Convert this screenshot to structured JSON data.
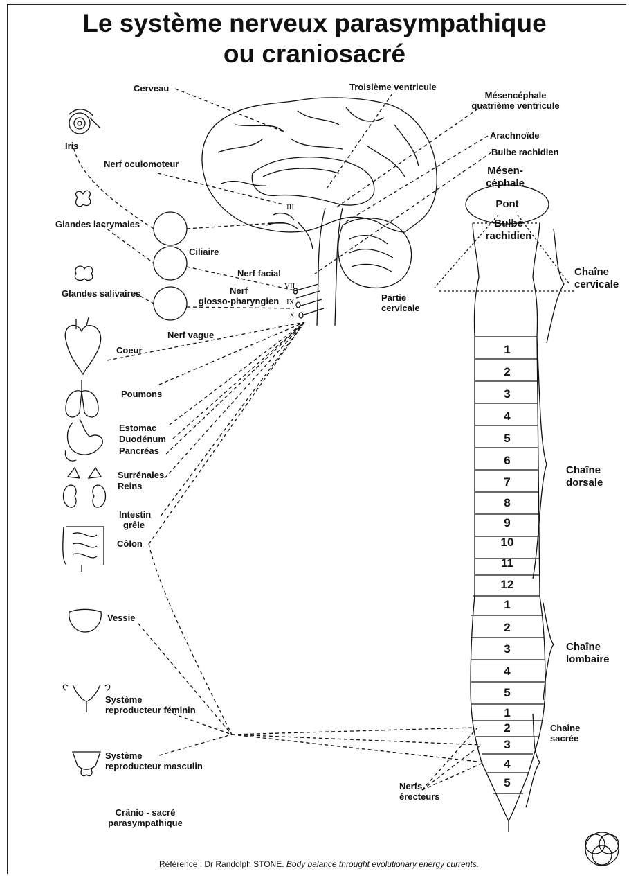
{
  "title": {
    "line1": "Le système nerveux parasympathique",
    "line2": "ou craniosacré"
  },
  "labels": {
    "cerveau": "Cerveau",
    "troisieme_ventricule": "Troisième ventricule",
    "mesencephale_1": "Mésencéphale",
    "mesencephale_2": "quatrième ventricule",
    "iris": "Iris",
    "arachnoide": "Arachnoïde",
    "bulbe_rachidien": "Bulbe rachidien",
    "nerf_oculomoteur": "Nerf oculomoteur",
    "mesen_1": "Mésen-",
    "mesen_2": "céphale",
    "pont": "Pont",
    "bulbe_1": "Bulbe",
    "bulbe_2": "rachidien",
    "glandes_lacrymales": "Glandes lacrymales",
    "ciliaire": "Ciliaire",
    "nerf_facial": "Nerf facial",
    "nerf_glosso_1": "Nerf",
    "nerf_glosso_2": "glosso-pharyngien",
    "glandes_salivaires": "Glandes salivaires",
    "partie_cervicale_1": "Partie",
    "partie_cervicale_2": "cervicale",
    "chaine_cervicale_1": "Chaîne",
    "chaine_cervicale_2": "cervicale",
    "nerf_vague": "Nerf vague",
    "coeur": "Coeur",
    "poumons": "Poumons",
    "estomac": "Estomac",
    "duodenum": "Duodénum",
    "pancreas": "Pancréas",
    "surrenales": "Surrénales",
    "reins": "Reins",
    "intestin_1": "Intestin",
    "intestin_2": "grêle",
    "colon": "Côlon",
    "chaine_dorsale_1": "Chaîne",
    "chaine_dorsale_2": "dorsale",
    "vessie": "Vessie",
    "chaine_lombaire_1": "Chaîne",
    "chaine_lombaire_2": "lombaire",
    "repro_fem_1": "Système",
    "repro_fem_2": "reproducteur féminin",
    "chaine_sacree_1": "Chaîne",
    "chaine_sacree_2": "sacrée",
    "repro_masc_1": "Système",
    "repro_masc_2": "reproducteur masculin",
    "nerfs_erecteurs_1": "Nerfs",
    "nerfs_erecteurs_2": "érecteurs",
    "cranio_1": "Crânio - sacré",
    "cranio_2": "parasympathique"
  },
  "cranial_nerves": [
    "III",
    "VII",
    "IX",
    "X"
  ],
  "dorsal_vertebrae": [
    "1",
    "2",
    "3",
    "4",
    "5",
    "6",
    "7",
    "8",
    "9",
    "10",
    "11",
    "12"
  ],
  "lumbar_vertebrae": [
    "1",
    "2",
    "3",
    "4",
    "5"
  ],
  "sacral_vertebrae": [
    "1",
    "2",
    "3",
    "4",
    "5"
  ],
  "footer": {
    "prefix": "Référence : Dr Randolph STONE. ",
    "book": "Body balance throught evolutionary energy currents."
  },
  "colors": {
    "ink": "#111111",
    "background": "#ffffff"
  },
  "icons": [
    "eye-icon",
    "lacrimal-gland-icon",
    "salivary-gland-icon",
    "heart-icon",
    "lungs-icon",
    "stomach-icon",
    "adrenal-icon",
    "kidneys-icon",
    "intestine-icon",
    "bladder-icon",
    "uterus-icon",
    "male-reproductive-icon",
    "logo-icon"
  ]
}
